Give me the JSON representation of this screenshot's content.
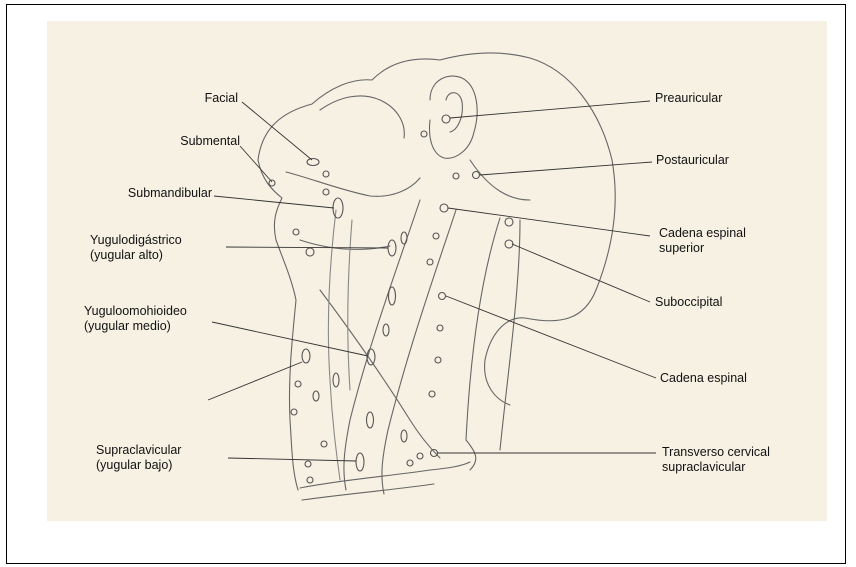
{
  "labels": {
    "facial": "Facial",
    "submental": "Submental",
    "submandibular": "Submandibular",
    "yugulodigastrico_1": "Yugulodigástrico",
    "yugulodigastrico_2": "(yugular alto)",
    "yuguloomohioideo_1": "Yuguloomohioideo",
    "yuguloomohioideo_2": "(yugular medio)",
    "supraclavicular_1": "Supraclavicular",
    "supraclavicular_2": "(yugular bajo)",
    "preauricular": "Preauricular",
    "postauricular": "Postauricular",
    "cadena_espinal_superior_1": "Cadena espinal",
    "cadena_espinal_superior_2": "superior",
    "suboccipital": "Suboccipital",
    "cadena_espinal": "Cadena espinal",
    "transverso_1": "Transverso cervical",
    "transverso_2": "supraclavicular"
  },
  "colors": {
    "paper": "#f7f1e4",
    "ink": "#555555",
    "leader": "#333333",
    "frame": "#000000"
  }
}
